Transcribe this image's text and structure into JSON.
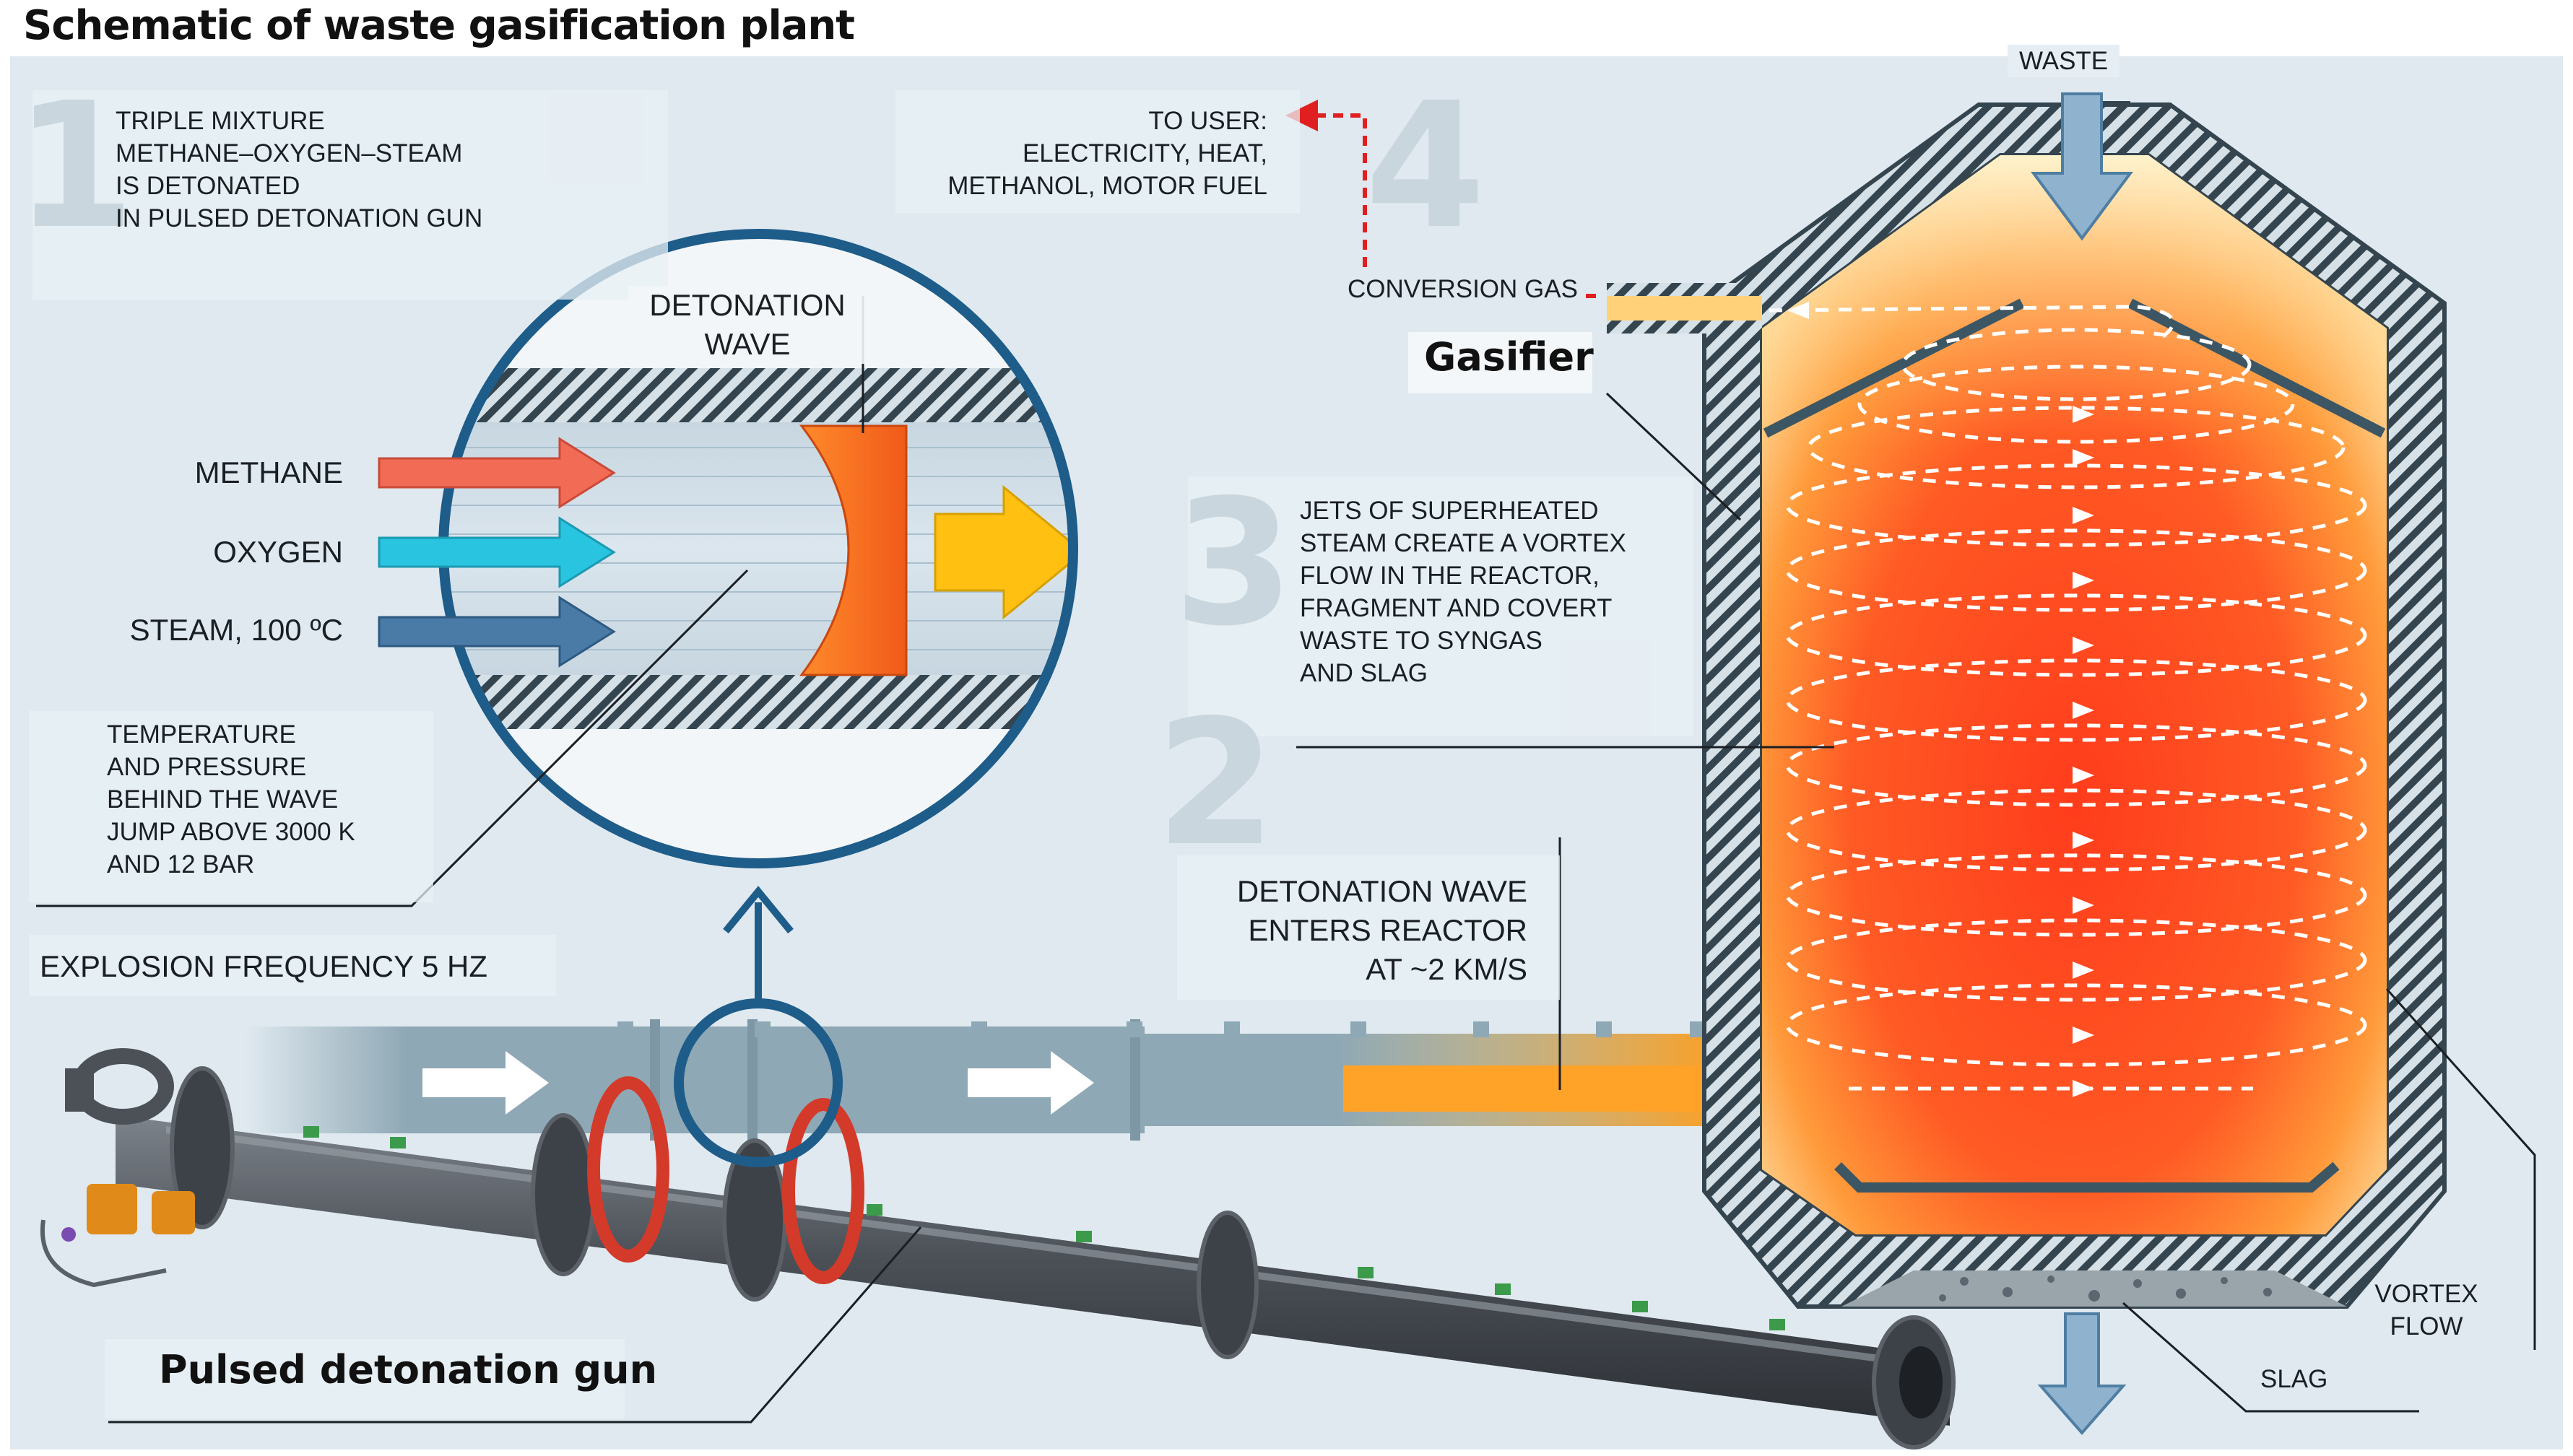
{
  "title": "Schematic of waste gasification plant",
  "steps": {
    "step1": {
      "number": "1",
      "text": "TRIPLE MIXTURE\nMETHANE–OXYGEN–STEAM\nIS DETONATED\nIN PULSED DETONATION GUN"
    },
    "step2": {
      "number": "2",
      "text": "DETONATION WAVE\nENTERS REACTOR\nAT ~2 KM/S"
    },
    "step3": {
      "number": "3",
      "text": "JETS OF SUPERHEATED\nSTEAM CREATE A VORTEX\nFLOW IN THE REACTOR,\nFRAGMENT AND COVERT\nWASTE TO SYNGAS\nAND SLAG"
    },
    "step4": {
      "number": "4",
      "text": "TO USER:\nELECTRICITY, HEAT,\nMETHANOL, MOTOR FUEL"
    }
  },
  "inputs": {
    "methane": "METHANE",
    "oxygen": "OXYGEN",
    "steam": "STEAM, 100 ºC"
  },
  "inset": {
    "detonation_wave": "DETONATION\nWAVE",
    "temperature_note": "TEMPERATURE\nAND PRESSURE\nBEHIND THE WAVE\nJUMP ABOVE 3000 K\nAND 12 BAR"
  },
  "explosion_frequency": "EXPLOSION FREQUENCY 5 HZ",
  "gun_label": "Pulsed detonation gun",
  "gasifier": {
    "label": "Gasifier",
    "waste": "WASTE",
    "conversion_gas": "CONVERSION GAS",
    "vortex_flow": "VORTEX\nFLOW",
    "slag": "SLAG"
  },
  "colors": {
    "background_panel": "#dfe9ef",
    "methane_arrow": "#f26b55",
    "oxygen_arrow": "#29c4e0",
    "steam_arrow": "#4a7aa6",
    "flow_pipe": "#8fa8b5",
    "detonation_wave": "#f36b1f",
    "output_arrow": "#ffc012",
    "reactor_hot": "#ff3a1e",
    "reactor_warm": "#ffb347",
    "user_arrow": "#e02020",
    "gun_body": "#4a4e54",
    "ring": "#d33a2a",
    "marker_circle": "#1e5c8a"
  }
}
